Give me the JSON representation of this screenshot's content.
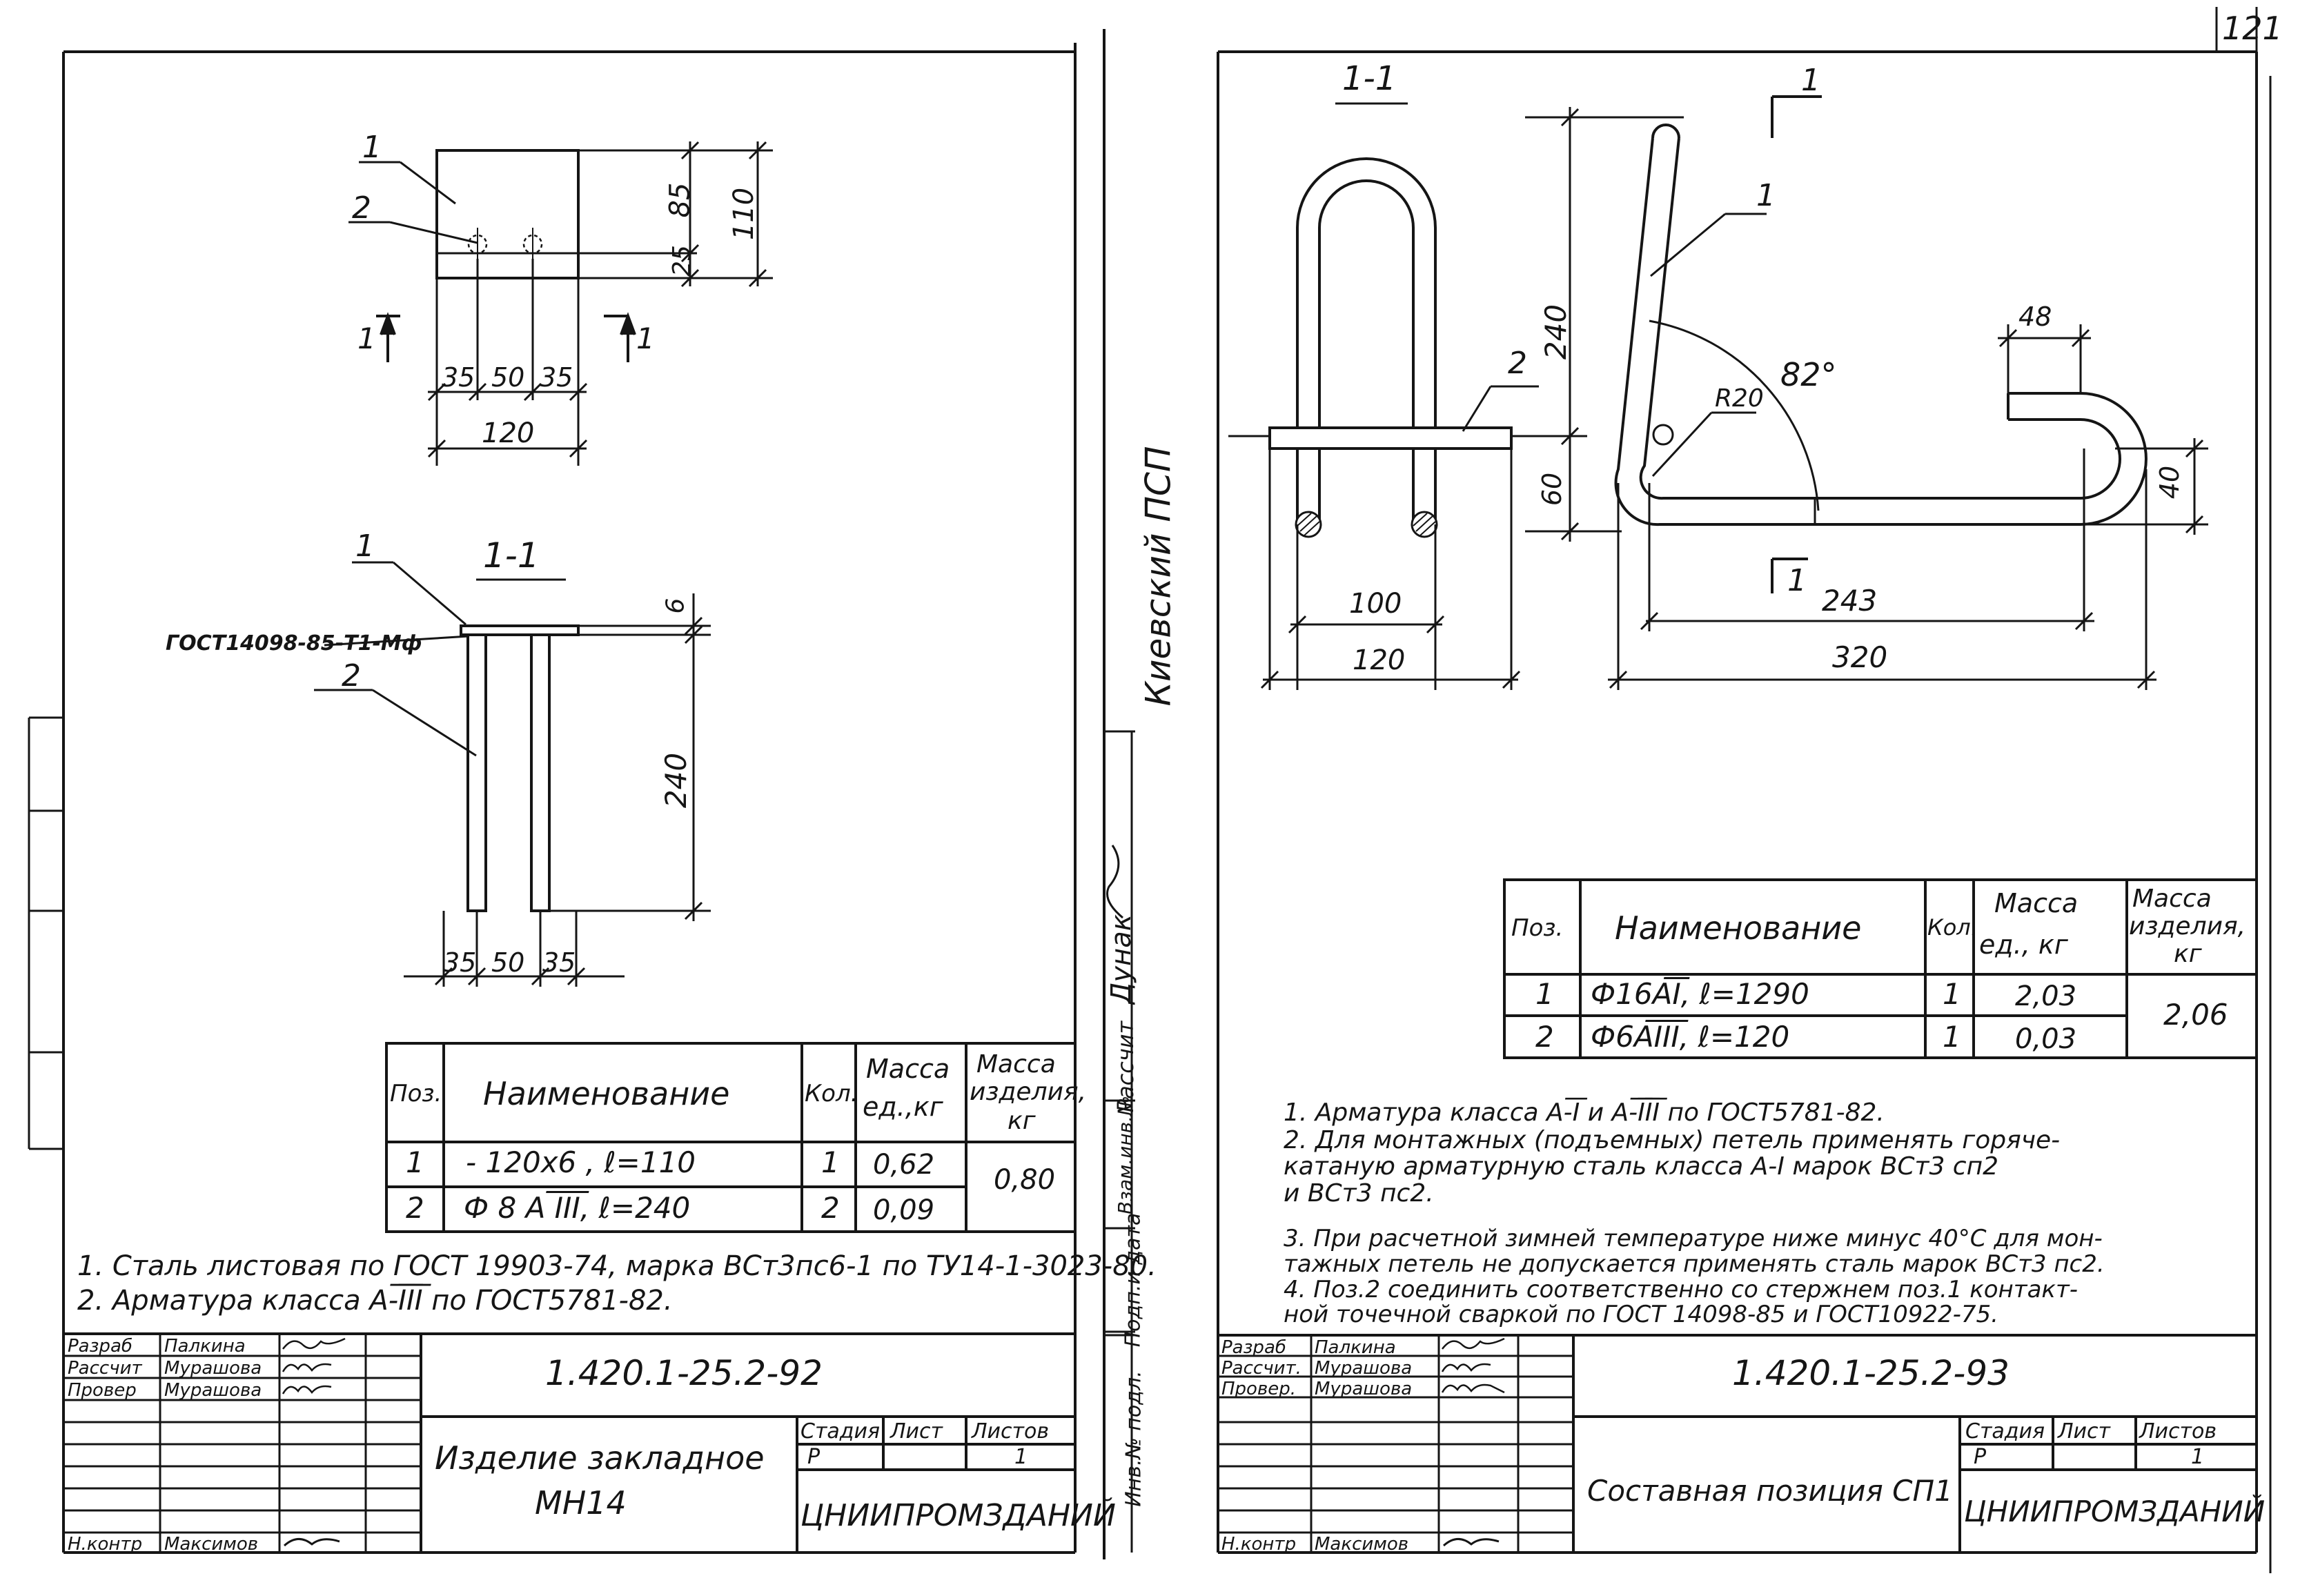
{
  "page_number": "121",
  "left_sheet": {
    "plan_callouts": [
      "1",
      "2"
    ],
    "plan_dims": {
      "h85": "85",
      "h110": "110",
      "h25": "25",
      "w35a": "35",
      "w50": "50",
      "w35b": "35",
      "w120": "120"
    },
    "cut_marks": {
      "left": "1",
      "right": "1"
    },
    "section_title": "1-1",
    "section_callouts": [
      "1",
      "2"
    ],
    "weld_label": "ГОСТ14098-85-Т1-Мф",
    "section_dims": {
      "t6": "6",
      "h240": "240",
      "w35a": "35",
      "w50": "50",
      "w35b": "35"
    },
    "spec_table": {
      "headers": {
        "pos": "Поз.",
        "name": "Наименование",
        "qty": "Кол.",
        "mass_unit": [
          "Масса",
          "ед.,кг"
        ],
        "mass_item": [
          "Масса",
          "изделия,",
          "кг"
        ]
      },
      "rows": [
        {
          "pos": "1",
          "name": "- 120х6 ,   ℓ=110",
          "qty": "1",
          "mass": "0,62"
        },
        {
          "pos": "2",
          "name": "Ф 8 А ͞I͞I͞I,    ℓ=240",
          "qty": "2",
          "mass": "0,09"
        }
      ],
      "total": "0,80"
    },
    "notes": [
      "1. Сталь листовая по ГОСТ 19903-74, марка ВСт3пс6-1 по ТУ14-1-3023-80.",
      "2. Арматура класса А-͞I͞I͞I по ГОСТ5781-82."
    ],
    "title_block": {
      "roles": [
        "Разраб",
        "Рассчит",
        "Провер",
        "Н.контр"
      ],
      "names": [
        "Палкина",
        "Мурашова",
        "Мурашова",
        "Максимов"
      ],
      "designation": "1.420.1-25.2-92",
      "item_name": [
        "Изделие закладное",
        "МН14"
      ],
      "stage_label": "Стадия",
      "sheet_label": "Лист",
      "sheets_label": "Листов",
      "stage": "Р",
      "sheets": "1",
      "organization": "ЦНИИПРОМЗДАНИЙ"
    }
  },
  "center_strip": {
    "org_stamp": "Киевский ПСП",
    "approver_role": "Рассчит",
    "approver_name": "Дунак",
    "field_1": "Взам.инв.№",
    "field_2": "Подп.и дата",
    "field_3": "Инв.№ подл."
  },
  "right_sheet": {
    "section_title": "1-1",
    "cut_marks": {
      "top": "1",
      "bottom": "1"
    },
    "callouts": [
      "1",
      "2"
    ],
    "dims": {
      "h240": "240",
      "h60": "60",
      "w100": "100",
      "w120": "120",
      "w48": "48",
      "angle": "82°",
      "radius": "R20",
      "h40": "40",
      "w243": "243",
      "w320": "320"
    },
    "spec_table": {
      "headers": {
        "pos": "Поз.",
        "name": "Наименование",
        "qty": "Кол.",
        "mass_unit": [
          "Масса",
          "ед., кг"
        ],
        "mass_item": [
          "Масса",
          "изделия,",
          "кг"
        ]
      },
      "rows": [
        {
          "pos": "1",
          "name": "Ф16А͞I,    ℓ=1290",
          "qty": "1",
          "mass": "2,03"
        },
        {
          "pos": "2",
          "name": "Ф6А͞I͞I͞I,    ℓ=120",
          "qty": "1",
          "mass": "0,03"
        }
      ],
      "total": "2,06"
    },
    "notes": [
      "1. Арматура класса А-͞I и А-͞I͞I͞I по ГОСТ5781-82.",
      "2. Для монтажных (подъемных) петель применять горяче-",
      "    катаную арматурную сталь класса А-I марок ВСт3 сп2",
      "    и ВСт3 пс2.",
      "3. При расчетной зимней температуре ниже минус 40°С для мон-",
      "    тажных петель не допускается применять сталь марок ВСт3 пс2.",
      "4. Поз.2 соединить соответственно со стержнем поз.1 контакт-",
      "    ной точечной сваркой по ГОСТ 14098-85 и ГОСТ10922-75."
    ],
    "title_block": {
      "roles": [
        "Разраб",
        "Рассчит.",
        "Провер.",
        "Н.контр"
      ],
      "names": [
        "Палкина",
        "Мурашова",
        "Мурашова",
        "Максимов"
      ],
      "designation": "1.420.1-25.2-93",
      "item_name": "Составная позиция СП1",
      "stage_label": "Стадия",
      "sheet_label": "Лист",
      "sheets_label": "Листов",
      "stage": "Р",
      "sheets": "1",
      "organization": "ЦНИИПРОМЗДАНИЙ"
    }
  }
}
